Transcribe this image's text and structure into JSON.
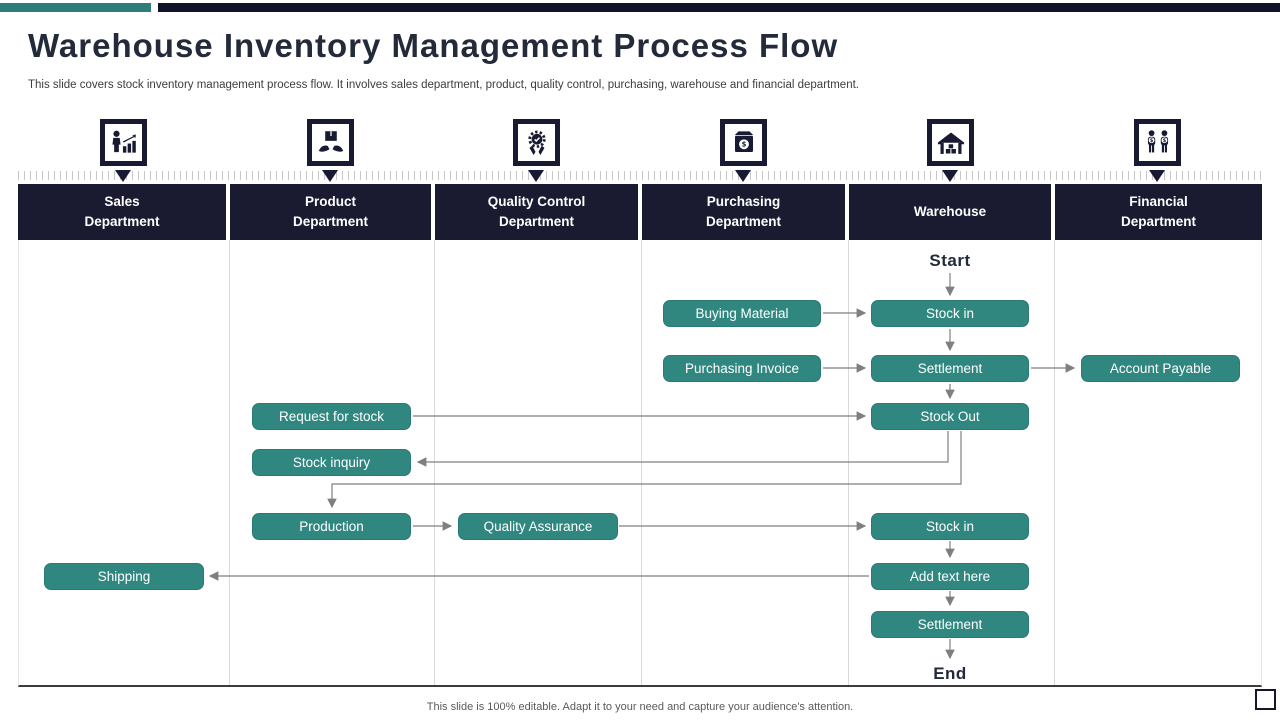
{
  "slide": {
    "title": "Warehouse Inventory Management Process Flow",
    "subtitle": "This slide covers stock inventory management process flow. It involves sales department, product, quality control, purchasing, warehouse and financial department.",
    "footer": "This slide is 100% editable. Adapt it to your need and capture your audience's attention."
  },
  "colors": {
    "accent_teal": "#2F8780",
    "topbar_teal": "#2E7D78",
    "navy": "#1A1B31",
    "topbar_navy": "#12122A",
    "connector_gray": "#7F7F7F"
  },
  "lanes": [
    {
      "label": "Sales\nDepartment",
      "icon": "person-with-bar-chart-icon"
    },
    {
      "label": "Product\nDepartment",
      "icon": "hands-holding-box-icon"
    },
    {
      "label": "Quality Control\nDepartment",
      "icon": "quality-badge-gear-icon"
    },
    {
      "label": "Purchasing\nDepartment",
      "icon": "box-with-dollar-icon"
    },
    {
      "label": "Warehouse",
      "icon": "warehouse-building-icon"
    },
    {
      "label": "Financial\nDepartment",
      "icon": "people-with-dollar-icon"
    }
  ],
  "flow": {
    "start_label": "Start",
    "end_label": "End",
    "nodes": [
      {
        "label": "Buying Material",
        "lane": "Purchasing Department"
      },
      {
        "label": "Stock in",
        "lane": "Warehouse"
      },
      {
        "label": "Purchasing Invoice",
        "lane": "Purchasing Department"
      },
      {
        "label": "Settlement",
        "lane": "Warehouse"
      },
      {
        "label": "Account Payable",
        "lane": "Financial Department"
      },
      {
        "label": "Request for stock",
        "lane": "Product Department"
      },
      {
        "label": "Stock Out",
        "lane": "Warehouse"
      },
      {
        "label": "Stock inquiry",
        "lane": "Product Department"
      },
      {
        "label": "Production",
        "lane": "Product Department"
      },
      {
        "label": "Quality Assurance",
        "lane": "Quality Control Department"
      },
      {
        "label": "Stock in",
        "lane": "Warehouse"
      },
      {
        "label": "Shipping",
        "lane": "Sales Department"
      },
      {
        "label": "Add text here",
        "lane": "Warehouse"
      },
      {
        "label": "Settlement",
        "lane": "Warehouse"
      }
    ],
    "edges": [
      {
        "from": "Start",
        "to": "Stock in"
      },
      {
        "from": "Buying Material",
        "to": "Stock in"
      },
      {
        "from": "Stock in",
        "to": "Settlement"
      },
      {
        "from": "Purchasing Invoice",
        "to": "Settlement"
      },
      {
        "from": "Settlement",
        "to": "Account Payable"
      },
      {
        "from": "Settlement",
        "to": "Stock Out"
      },
      {
        "from": "Request for stock",
        "to": "Stock Out"
      },
      {
        "from": "Stock Out",
        "to": "Stock inquiry"
      },
      {
        "from": "Stock Out",
        "to": "Production"
      },
      {
        "from": "Production",
        "to": "Quality Assurance"
      },
      {
        "from": "Quality Assurance",
        "to": "Stock in"
      },
      {
        "from": "Stock in",
        "to": "Add text here"
      },
      {
        "from": "Add text here",
        "to": "Shipping"
      },
      {
        "from": "Add text here",
        "to": "Settlement"
      },
      {
        "from": "Settlement",
        "to": "End"
      }
    ]
  }
}
